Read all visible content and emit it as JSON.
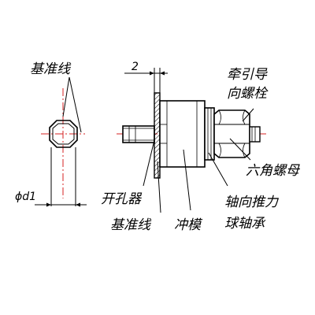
{
  "diagram": {
    "labels": {
      "baseline_left": "基准线",
      "diameter": "ϕd1",
      "dimension_2": "2",
      "bolt_line1": "牵引导",
      "bolt_line2": "向螺栓",
      "hex_nut": "六角螺母",
      "bearing_line1": "轴向推力",
      "bearing_line2": "球轴承",
      "hole_opener": "开孔器",
      "baseline_bottom": "基准线",
      "punch_die": "冲模"
    },
    "colors": {
      "stroke": "#000000",
      "centerline": "#d42020"
    }
  }
}
